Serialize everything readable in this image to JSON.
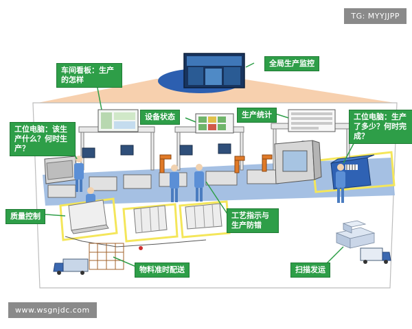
{
  "watermark_top": "TG: MYYJJPP",
  "watermark_bottom": "www.wsgnjdc.com",
  "labels": {
    "global_monitor": "全局生产监控",
    "workshop_board": "车间看板：生产的怎样",
    "device_status": "设备状态",
    "production_stats": "生产统计",
    "station_pc_left": "工位电脑：该生产什么？何时生产？",
    "station_pc_right": "工位电脑：生产了多少？何时完成？",
    "quality_control": "质量控制",
    "process_guidance": "工艺指示与生产防错",
    "material_delivery": "物料准时配送",
    "scan_shipping": "扫描发运"
  },
  "colors": {
    "callout_green": "#2e9e48",
    "beam_orange": "#f6c8a0",
    "floor_blue": "#9bb9e0",
    "zone_yellow": "#f4e65a",
    "worker_blue": "#5b8fd6",
    "robot_orange": "#e07a28"
  }
}
